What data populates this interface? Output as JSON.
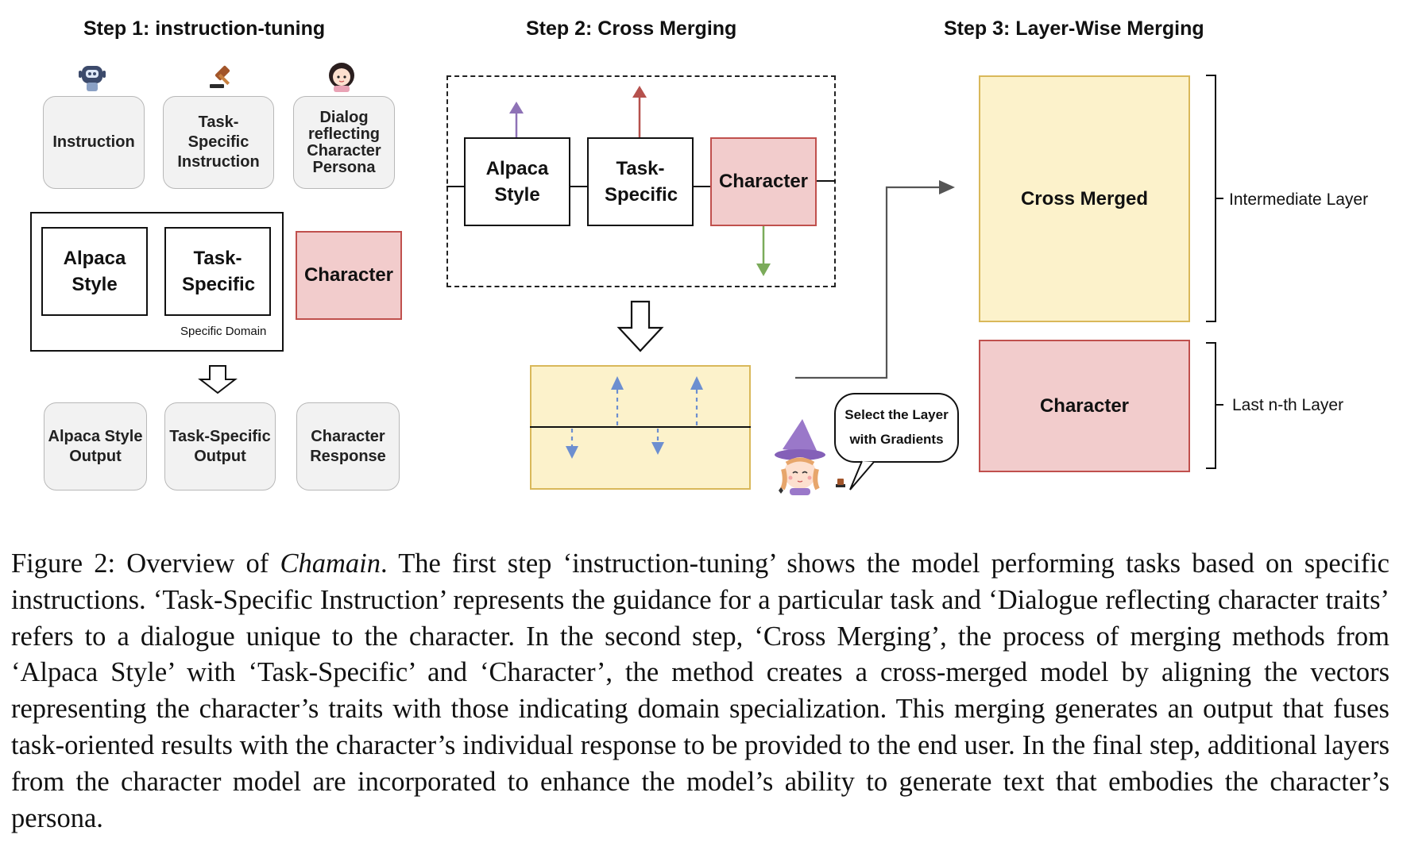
{
  "steps": {
    "step1_title": "Step 1: instruction-tuning",
    "step2_title": "Step 2: Cross Merging",
    "step3_title": "Step 3: Layer-Wise Merging"
  },
  "step1": {
    "input_boxes": [
      "Instruction",
      "Task-Specific Instruction",
      "Dialog reflecting Character Persona"
    ],
    "icons": [
      "robot-icon",
      "gavel-icon",
      "girl-avatar-icon"
    ],
    "model_boxes": [
      "Alpaca Style",
      "Task-Specific"
    ],
    "domain_label": "Specific Domain",
    "character": "Character",
    "output_boxes": [
      "Alpaca Style Output",
      "Task-Specific Output",
      "Character Response"
    ]
  },
  "step2": {
    "boxes": [
      "Alpaca Style",
      "Task-Specific",
      "Character"
    ],
    "speech_bubble": "Select the Layer with Gradients",
    "arrow_colors": {
      "alpaca": "#8e72b6",
      "task": "#b5514d",
      "character": "#7bab5a",
      "vector": "#6d8fd0"
    }
  },
  "step3": {
    "cross_merged": "Cross Merged",
    "character": "Character",
    "intermediate_label": "Intermediate Layer",
    "last_label": "Last n-th Layer"
  },
  "colors": {
    "pink_fill": "#f2cccc",
    "pink_border": "#c0504d",
    "yellow_fill": "#fcf2cb",
    "yellow_border": "#d9b85a",
    "grey_fill": "#f2f2f2"
  },
  "caption": {
    "label": "Figure 2: Overview of ",
    "name": "Chamain",
    "text": ". The first step ‘instruction-tuning’ shows the model performing tasks based on specific instructions. ‘Task-Specific Instruction’ represents the guidance for a particular task and ‘Dialogue reflecting character traits’ refers to a dialogue unique to the character. In the second step, ‘Cross Merging’, the process of merging methods from ‘Alpaca Style’ with ‘Task-Specific’ and ‘Character’, the method creates a cross-merged model by aligning the vectors representing the character’s traits with those indicating domain specialization. This merging generates an output that fuses task-oriented results with the character’s individual response to be provided to the end user. In the final step, additional layers from the character model are incorporated to enhance the model’s ability to generate text that embodies the character’s persona."
  }
}
